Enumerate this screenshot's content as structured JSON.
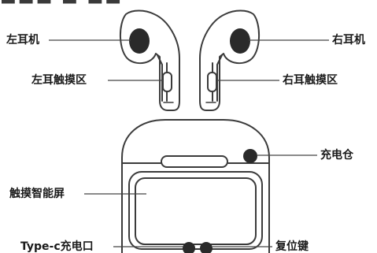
{
  "title_fragment": "▬▬▬ ▬ ▬▬",
  "labels": {
    "left_earbud": "左耳机",
    "right_earbud": "右耳机",
    "left_touch": "左耳触摸区",
    "right_touch": "右耳触摸区",
    "charging_case": "充电仓",
    "touch_screen": "触摸智能屏",
    "typec_port": "Type-c充电口",
    "reset_button": "复位键"
  },
  "colors": {
    "outline": "#3b3b3b",
    "leader_line": "#444444",
    "dot_fill": "#2a2a2a",
    "text": "#1a1a1a"
  }
}
